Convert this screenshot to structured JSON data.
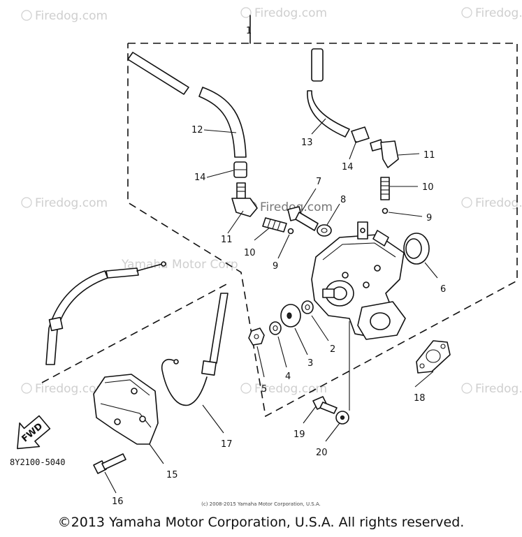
{
  "watermark": {
    "site": "Firedog.com",
    "brand_mid": "Yamaha Motor Corp",
    "brand_center": "Firedog.com"
  },
  "callouts": {
    "c1": "1",
    "c2": "2",
    "c3": "3",
    "c4": "4",
    "c5": "5",
    "c6": "6",
    "c7": "7",
    "c8": "8",
    "c9a": "9",
    "c9b": "9",
    "c10a": "10",
    "c10b": "10",
    "c11a": "11",
    "c11b": "11",
    "c12": "12",
    "c13": "13",
    "c14a": "14",
    "c14b": "14",
    "c15": "15",
    "c16": "16",
    "c17": "17",
    "c18": "18",
    "c19": "19",
    "c20": "20"
  },
  "fwd_label": "FWD",
  "part_code": "8Y2100-5040",
  "small_copyright": "(c) 2008-2015 Yamaha Motor Corporation, U.S.A.",
  "copyright": "©2013 Yamaha Motor Corporation, U.S.A. All rights reserved."
}
